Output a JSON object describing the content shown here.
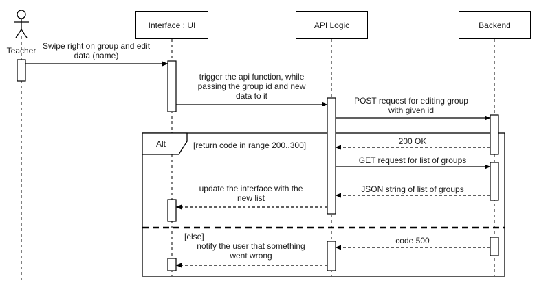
{
  "diagram_type": "uml-sequence",
  "colors": {
    "stroke": "#000000",
    "background": "#ffffff",
    "text": "#1a1a1a"
  },
  "actor": {
    "label": "Teacher"
  },
  "lifelines": [
    {
      "label": "Interface : UI"
    },
    {
      "label": "API Logic"
    },
    {
      "label": "Backend"
    }
  ],
  "fragment": {
    "operator": "Alt",
    "guard_primary": "[return code in range 200..300]",
    "guard_else": "[else]"
  },
  "messages": [
    {
      "text": "Swipe right on group and edit\ndata (name)",
      "from": "Teacher",
      "to": "Interface : UI",
      "kind": "sync"
    },
    {
      "text": "trigger the api function, while\npassing the group id and new\ndata to it",
      "from": "Interface : UI",
      "to": "API Logic",
      "kind": "sync"
    },
    {
      "text": "POST request for editing group\nwith given id",
      "from": "API Logic",
      "to": "Backend",
      "kind": "sync"
    },
    {
      "text": "200 OK",
      "from": "Backend",
      "to": "API Logic",
      "kind": "return"
    },
    {
      "text": "GET request for list of groups",
      "from": "API Logic",
      "to": "Backend",
      "kind": "sync"
    },
    {
      "text": "JSON string of list of groups",
      "from": "Backend",
      "to": "API Logic",
      "kind": "return"
    },
    {
      "text": "update the interface with the\nnew list",
      "from": "API Logic",
      "to": "Interface : UI",
      "kind": "return"
    },
    {
      "text": "code 500",
      "from": "Backend",
      "to": "API Logic",
      "kind": "return"
    },
    {
      "text": "notify the user that something\nwent wrong",
      "from": "API Logic",
      "to": "Interface : UI",
      "kind": "return"
    }
  ]
}
